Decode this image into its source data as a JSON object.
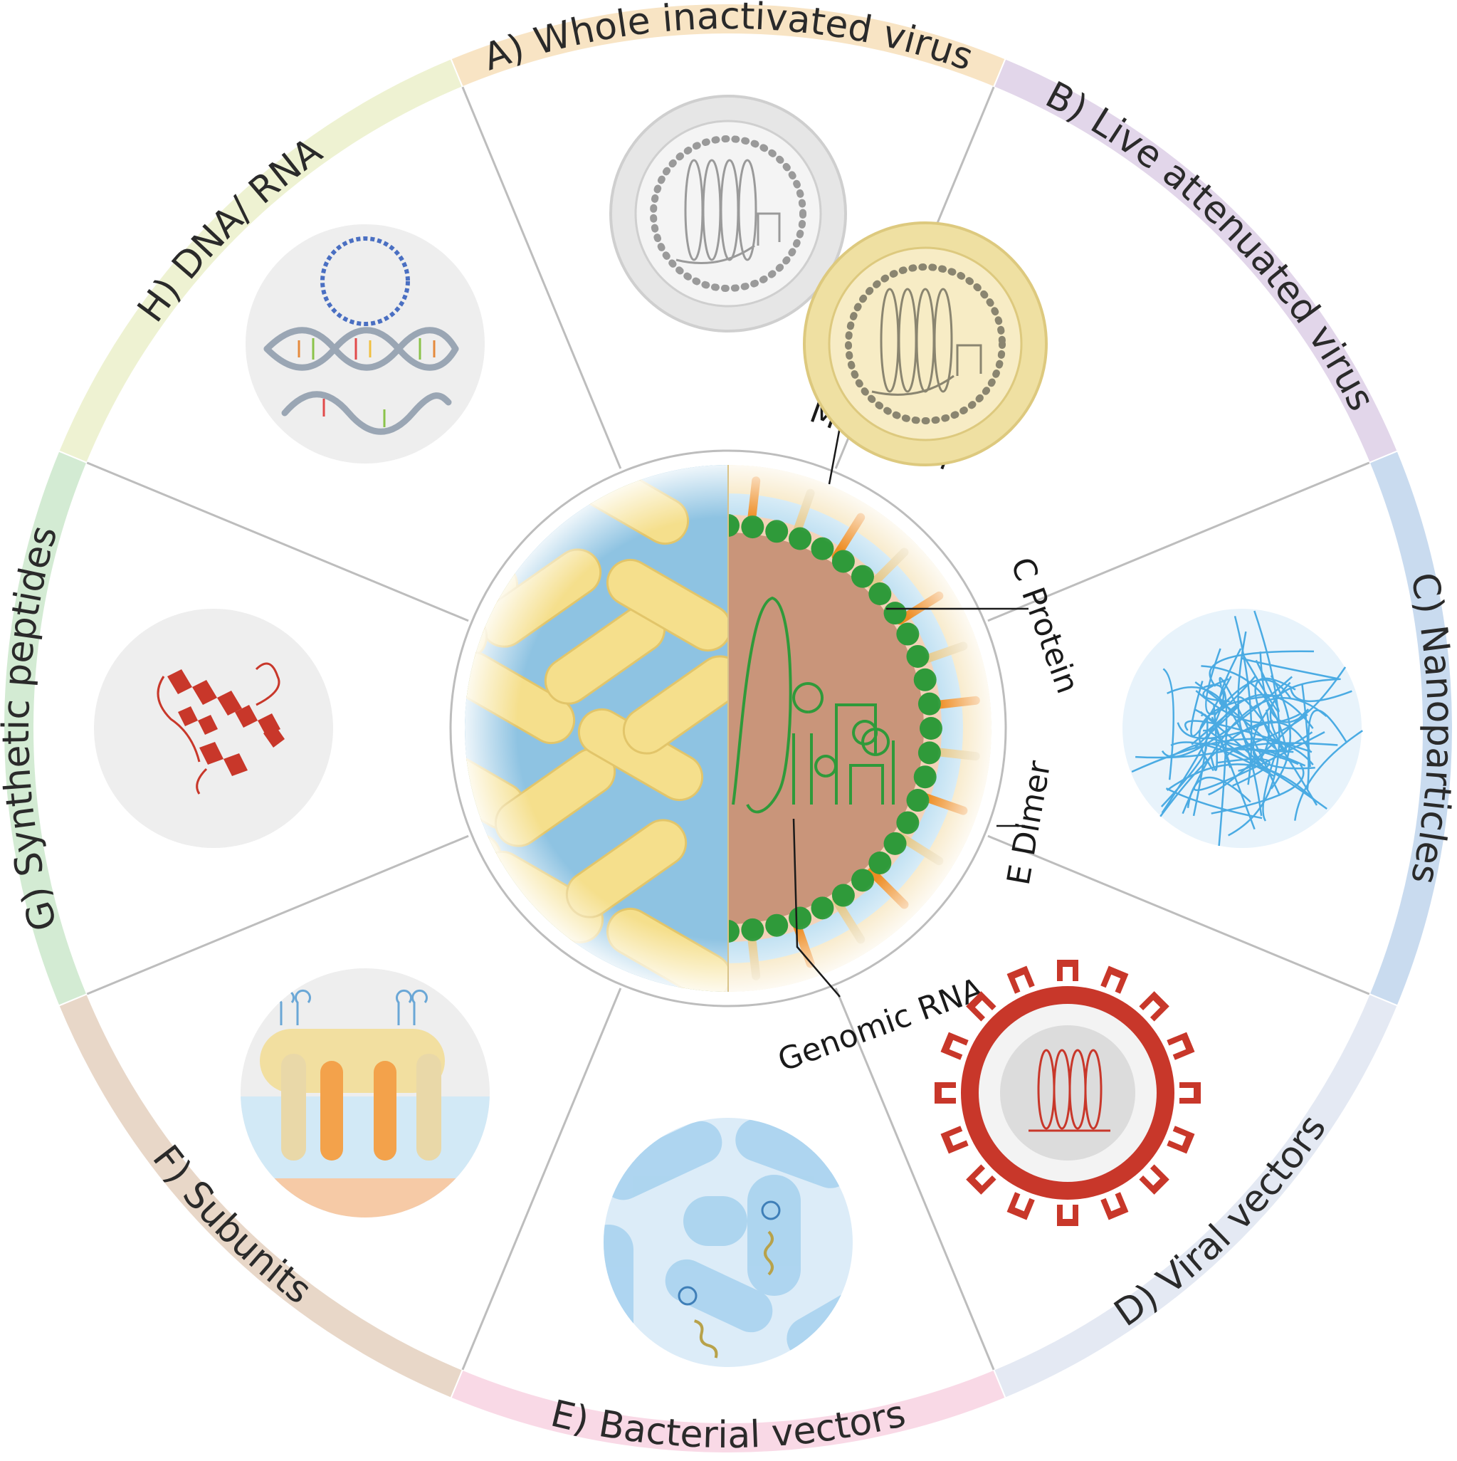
{
  "segments": [
    {
      "id": "A",
      "label": "A) Whole inactivated virus",
      "color": "#f8e4c4"
    },
    {
      "id": "B",
      "label": "B) Live attenuated virus",
      "color": "#e2d6ea"
    },
    {
      "id": "C",
      "label": "C) Nanoparticles",
      "color": "#c9dbef"
    },
    {
      "id": "D",
      "label": "D) Viral vectors",
      "color": "#e4e9f3"
    },
    {
      "id": "E",
      "label": "E) Bacterial vectors",
      "color": "#f9d9e6"
    },
    {
      "id": "F",
      "label": "F) Subunits",
      "color": "#e8d7c8"
    },
    {
      "id": "G",
      "label": "G) Synthetic peptides",
      "color": "#d3ebd3"
    },
    {
      "id": "H",
      "label": "H) DNA/ RNA",
      "color": "#eef2d2"
    }
  ],
  "center": {
    "labels": {
      "m_protein": "M Protein",
      "c_protein": "C Protein",
      "e_dimer": "E Dimer",
      "genomic_rna": "Genomic RNA"
    }
  },
  "colors": {
    "virus_yellow": "#f5df8c",
    "membrane_blue": "#9fcde8",
    "capsid_green": "#2f9a3a",
    "core_brown": "#c9957a",
    "protein_orange": "#ee8c22",
    "nanoparticle_blue": "#39a3e0",
    "viral_vector_red": "#c8372a",
    "peptide_red": "#c8372a"
  }
}
